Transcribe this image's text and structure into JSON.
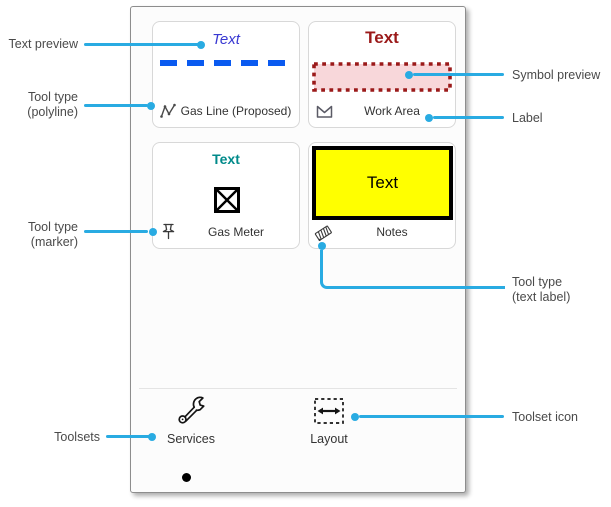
{
  "panel": {
    "tools": {
      "gas_line": {
        "preview": "Text",
        "label": "Gas Line (Proposed)",
        "type": "polyline",
        "icon": "polyline-icon"
      },
      "work_area": {
        "preview": "Text",
        "label": "Work Area",
        "type": "polygon",
        "icon": "polygon-icon"
      },
      "gas_meter": {
        "preview": "Text",
        "label": "Gas Meter",
        "type": "marker",
        "icon": "pushpin-icon"
      },
      "notes": {
        "preview": "Text",
        "label": "Notes",
        "type": "text label",
        "icon": "text-label-icon"
      }
    },
    "toolsets": {
      "services": {
        "label": "Services",
        "icon": "wrench-icon"
      },
      "layout": {
        "label": "Layout",
        "icon": "dashed-extent-arrow-icon"
      }
    },
    "page_indicator_dots": 1
  },
  "callouts": {
    "left": {
      "text_preview": "Text preview",
      "tool_type_polyline_1": "Tool type",
      "tool_type_polyline_2": "(polyline)",
      "tool_type_marker_1": "Tool type",
      "tool_type_marker_2": "(marker)",
      "toolsets": "Toolsets"
    },
    "right": {
      "symbol_preview": "Symbol preview",
      "label": "Label",
      "tool_type_text_label_1": "Tool type",
      "tool_type_text_label_2": "(text label)",
      "toolset_icon": "Toolset icon"
    }
  },
  "colors": {
    "callout_accent": "#29abe2",
    "callout_text": "#4a4a4a",
    "gas_line_text_blue": "#3939d2",
    "gas_line_dash_blue": "#0a5af0",
    "work_area_dark_red": "#9b1a1a",
    "work_area_pink_fill": "#f8d7da",
    "gas_meter_teal": "#008a8a",
    "notes_yellow": "#ffff00",
    "symbol_black": "#000000"
  }
}
